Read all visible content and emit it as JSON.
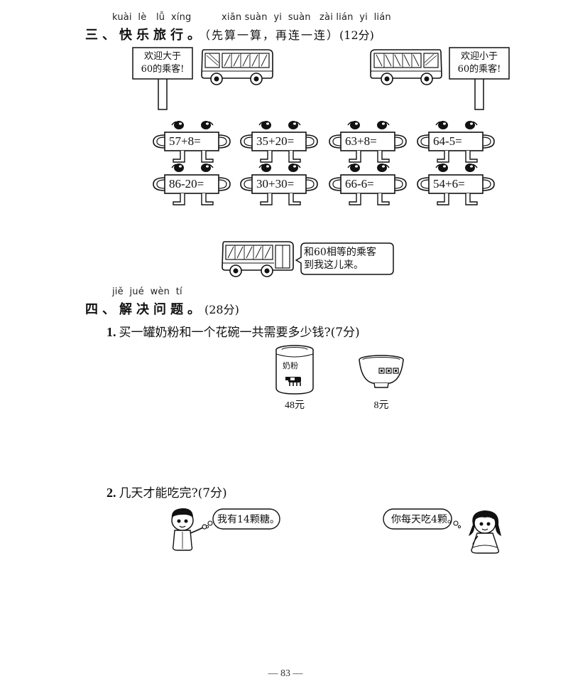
{
  "section3": {
    "pinyin_kuaile": "kuài  lè",
    "pinyin_lvxing": "lǚ  xíng",
    "pinyin_xiansuan": "xiān suàn  yi  suàn",
    "pinyin_zailian": "zài lián  yi  lián",
    "title": "三、快乐旅行。",
    "instruction": "（先算一算，再连一连）",
    "score": "(12分)",
    "sign_left": [
      "欢迎大于",
      "60的乘客!"
    ],
    "sign_right": [
      "欢迎小于",
      "60的乘客!"
    ],
    "cards_row1": [
      "57+8=",
      "35+20=",
      "63+8=",
      "64-5="
    ],
    "cards_row2": [
      "86-20=",
      "30+30=",
      "66-6=",
      "54+6="
    ],
    "bubble_center": [
      "和60相等的乘客",
      "到我这儿来。"
    ]
  },
  "section4": {
    "pinyin": "jiě  jué  wèn  tí",
    "title": "四、解决问题。",
    "score": "(28分)",
    "problem1": {
      "num": "1.",
      "text": "买一罐奶粉和一个花碗一共需要多少钱?(7分)"
    },
    "can_label": "奶粉",
    "price_can": "48元",
    "price_bowl": "8元",
    "problem2": {
      "num": "2.",
      "text": "几天才能吃完?(7分)"
    },
    "bubble_boy": "我有14颗糖。",
    "bubble_girl": "你每天吃4颗。"
  },
  "page_number": "— 83 —"
}
